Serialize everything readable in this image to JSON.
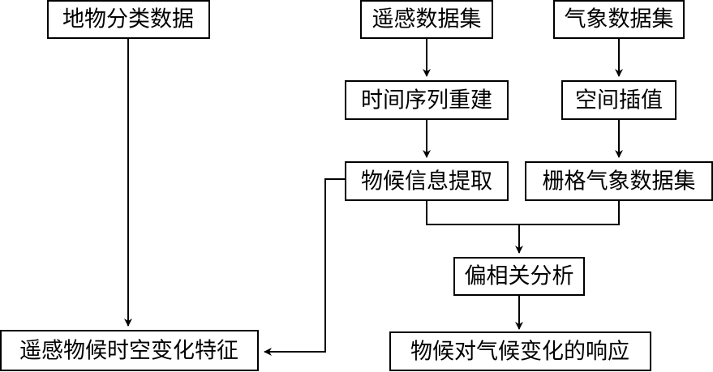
{
  "nodes": {
    "landcover": "地物分类数据",
    "rs_dataset": "遥感数据集",
    "met_dataset": "气象数据集",
    "ts_reconstruction": "时间序列重建",
    "spatial_interp": "空间插值",
    "phenology_extract": "物候信息提取",
    "grid_met": "栅格气象数据集",
    "partial_corr": "偏相关分析",
    "spatiotemporal": "遥感物候时空变化特征",
    "climate_response": "物候对气候变化的响应"
  },
  "colors": {
    "stroke": "#000000",
    "background": "#ffffff"
  }
}
